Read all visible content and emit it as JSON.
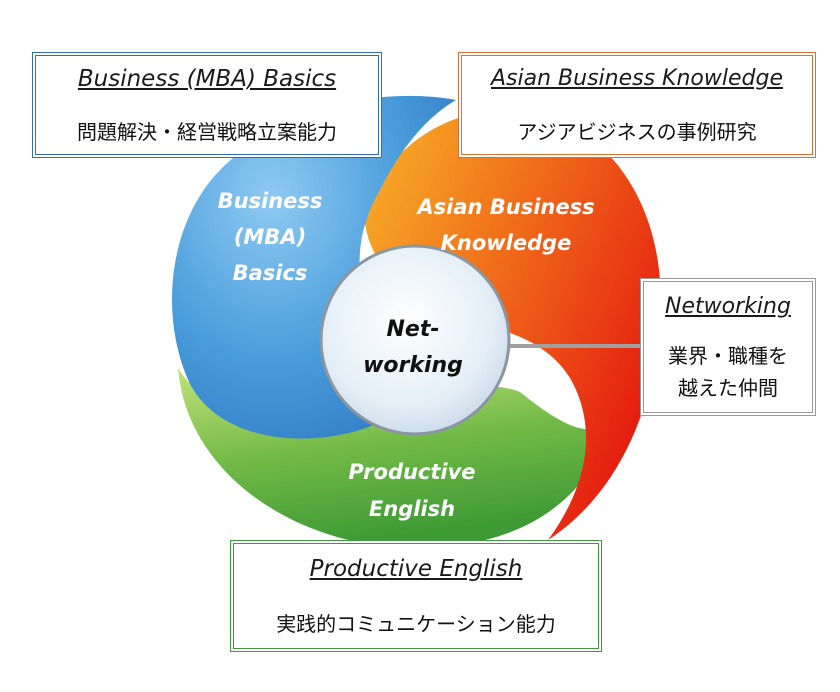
{
  "cards": {
    "mba": {
      "title": "Business (MBA) Basics",
      "subtitle": "問題解決・経営戦略立案能力"
    },
    "asian": {
      "title": "Asian Business Knowledge",
      "subtitle": "アジアビジネスの事例研究"
    },
    "networking": {
      "title": "Networking",
      "line1": "業界・職種を",
      "line2": "越えた仲間"
    },
    "english": {
      "title": "Productive English",
      "subtitle": "実践的コミュニケーション能力"
    }
  },
  "segments": {
    "mba": {
      "line1": "Business",
      "line2": "(MBA)",
      "line3": "Basics"
    },
    "asian": {
      "line1": "Asian Business",
      "line2": "Knowledge"
    },
    "english": {
      "line1": "Productive",
      "line2": "English"
    },
    "center": {
      "line1": "Net-",
      "line2": "working"
    }
  },
  "colors": {
    "mba_border": "#2f6fb0",
    "asian_border": "#e07030",
    "networking_border": "#9a9a9a",
    "english_border": "#3f9a3f",
    "blue": "#4a98d8",
    "orange_red": "#ec3a12",
    "green": "#58ad3c"
  }
}
